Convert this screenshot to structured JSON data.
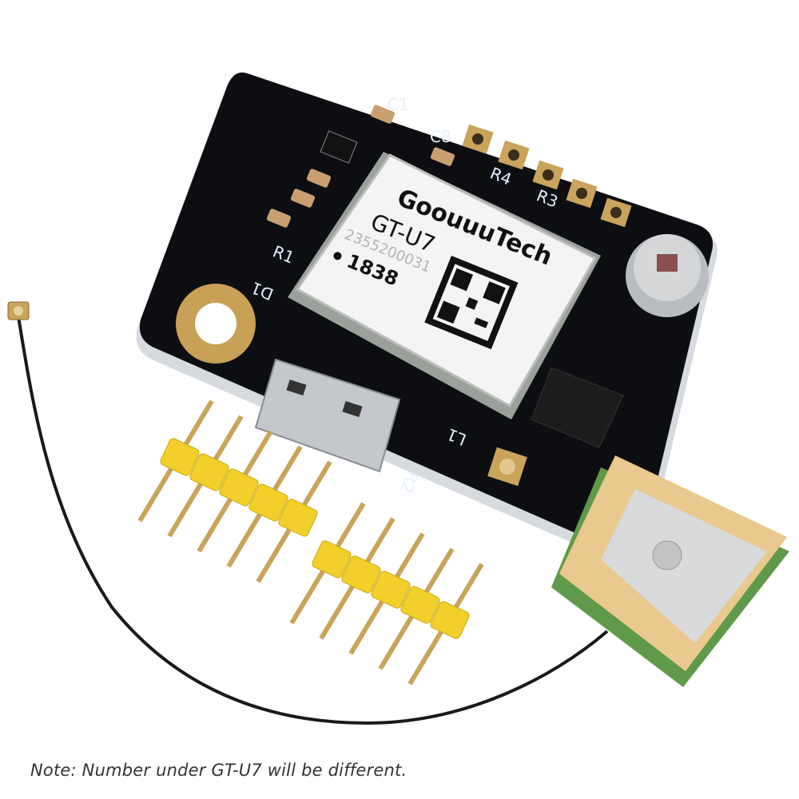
{
  "caption": {
    "note": "Note: Number under GT-U7 will be different."
  },
  "module": {
    "brand": "GoouuuTech",
    "model": "GT-U7",
    "serial": "2355200031",
    "date_code": "1838"
  },
  "silkscreen": {
    "c1": "C1",
    "c8": "C8",
    "r4": "R4",
    "r3": "R3",
    "r1": "R1",
    "r2": "R2",
    "d1": "D1",
    "l1": "L1"
  },
  "colors": {
    "pcb": "#0d0e12",
    "silkscreen": "#8fc3ff",
    "shield": "#f4f4f4",
    "pin_header": "#f2cf2a",
    "antenna_ceramic": "#e9c98d",
    "cable": "#1a1a1a"
  }
}
